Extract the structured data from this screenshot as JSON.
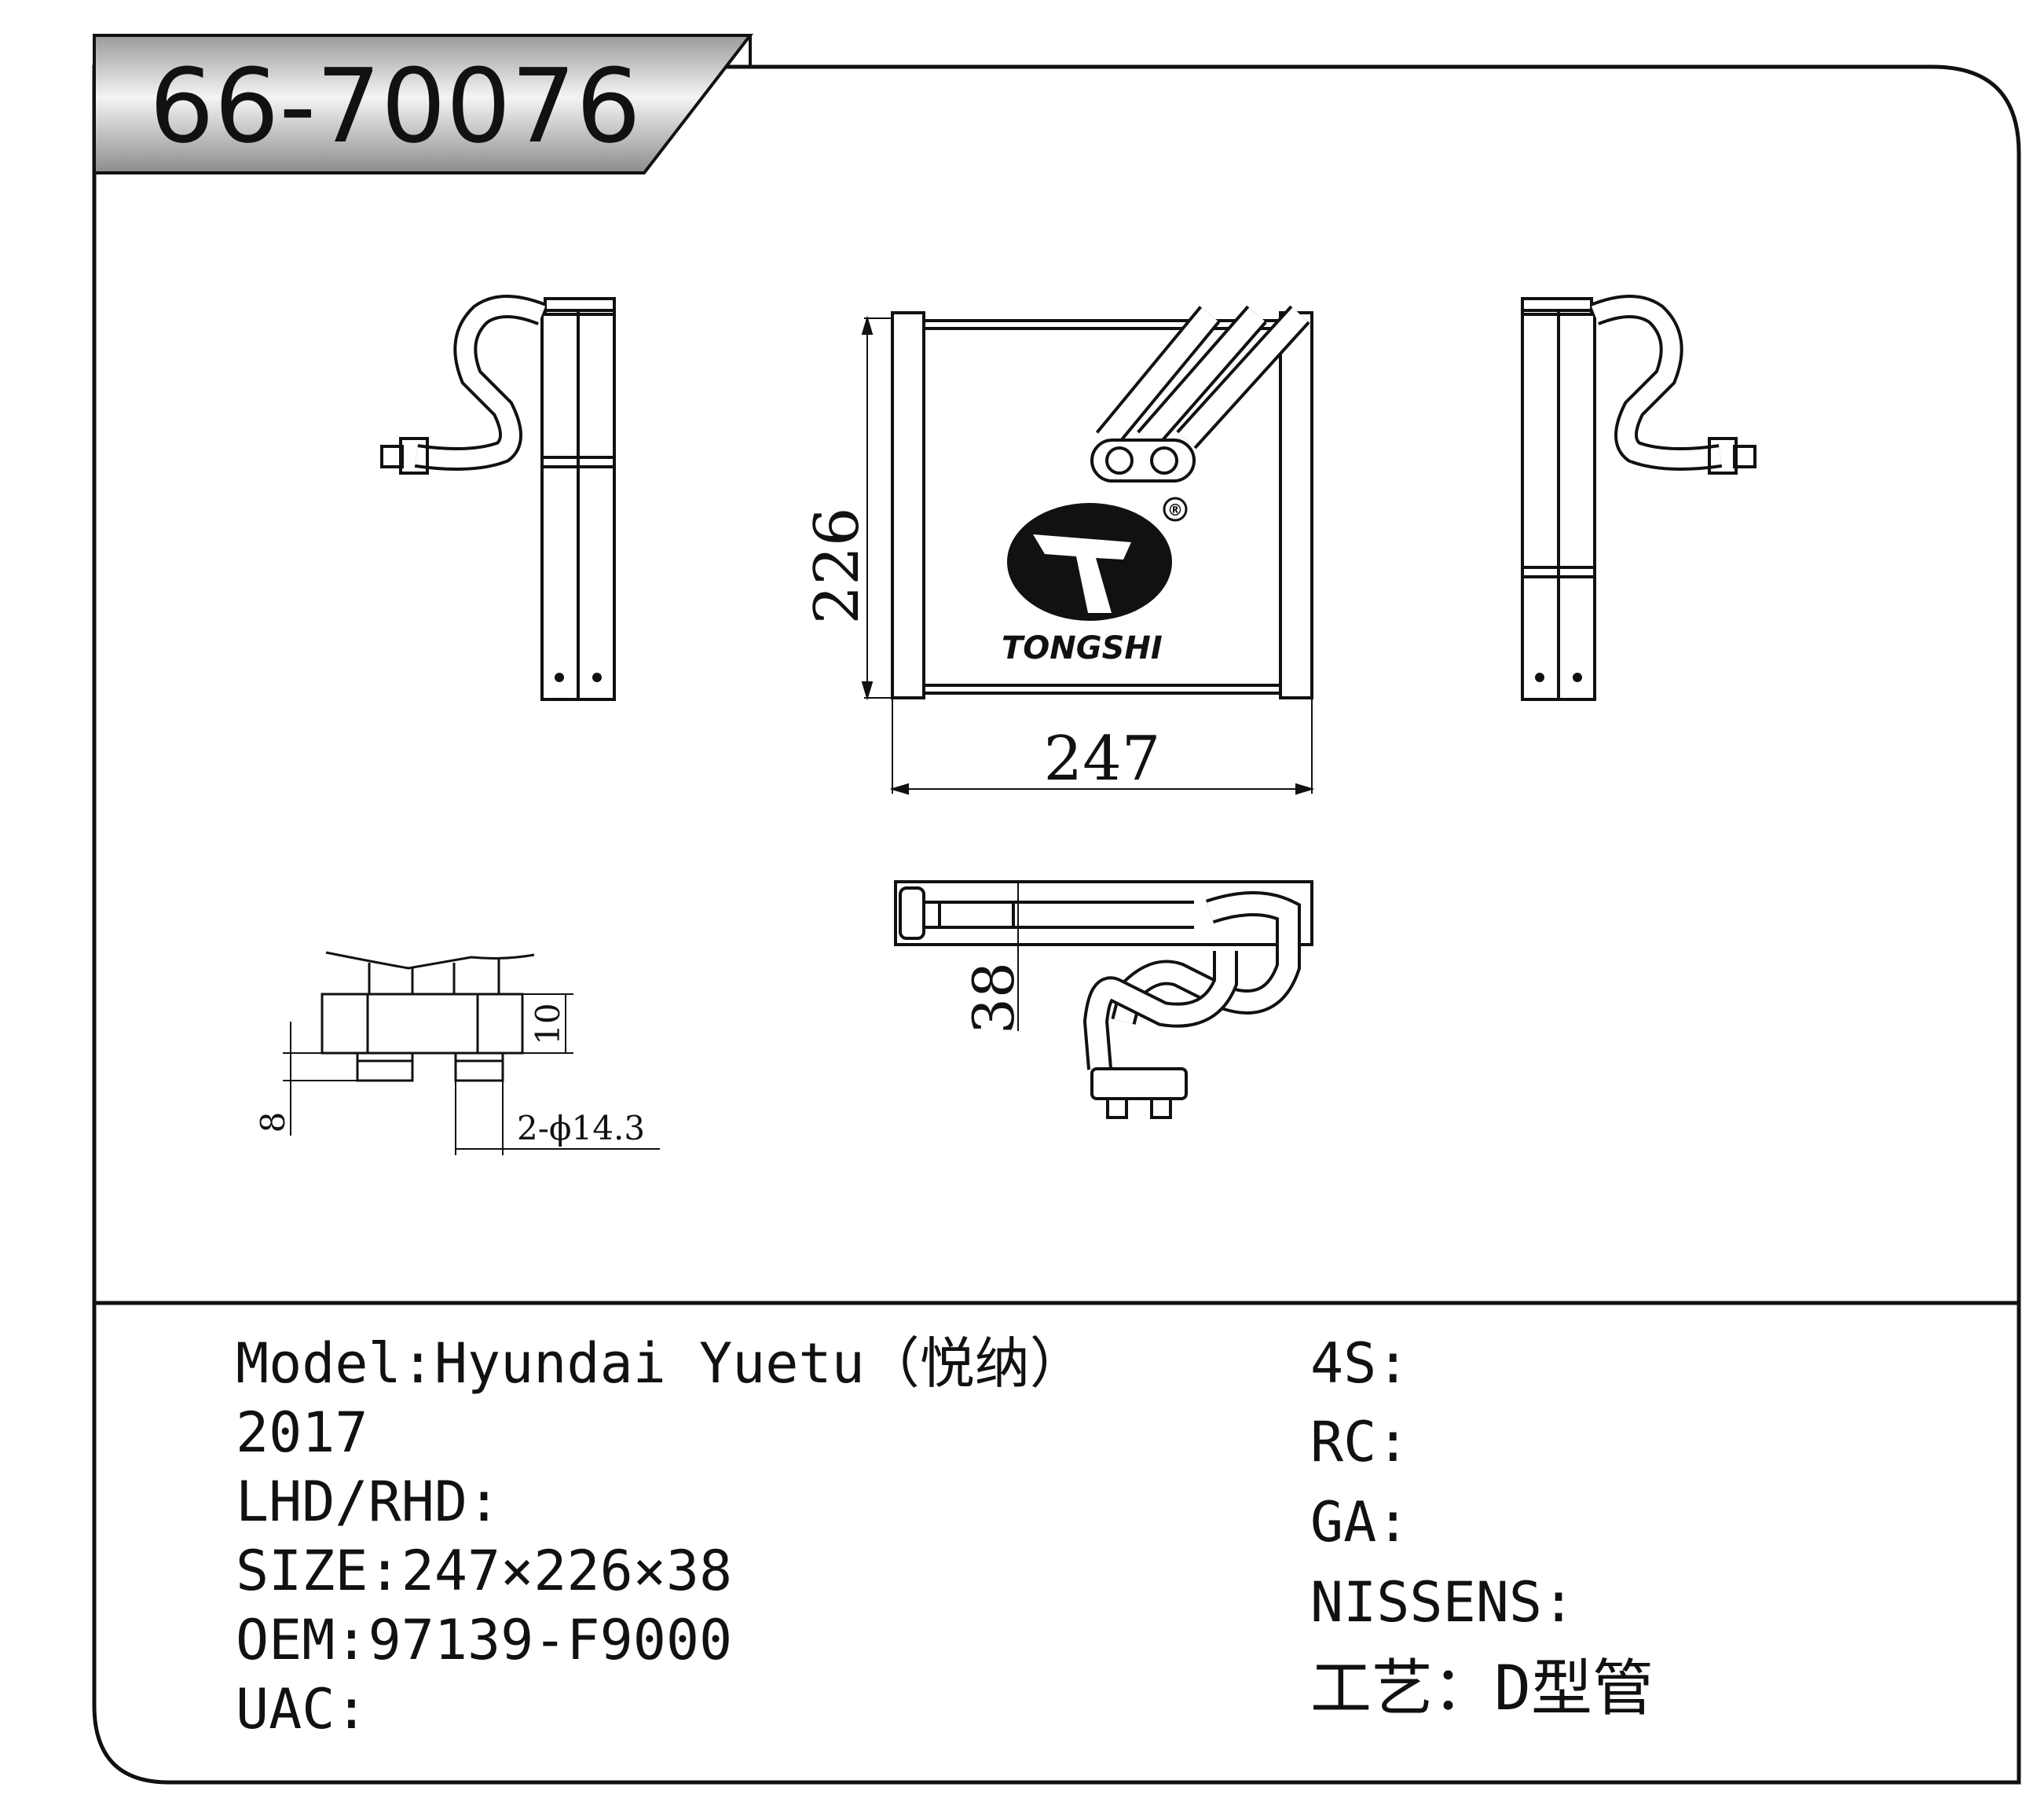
{
  "part_number": "66-70076",
  "brand": "TONGSHI",
  "registered_mark": "®",
  "dimensions": {
    "height": "226",
    "width": "247",
    "depth": "38",
    "flange_height": "10",
    "pipe_offset": "8",
    "pipe_spec": "2-ϕ14.3"
  },
  "specs_left": [
    "Model:Hyundai Yuetu（悦纳）",
    "2017",
    "LHD/RHD:",
    "SIZE:247×226×38",
    "OEM:97139-F9000",
    "UAC:"
  ],
  "specs_right": [
    "4S:",
    "RC:",
    "GA:",
    "NISSENS:",
    "工艺：D型管"
  ]
}
